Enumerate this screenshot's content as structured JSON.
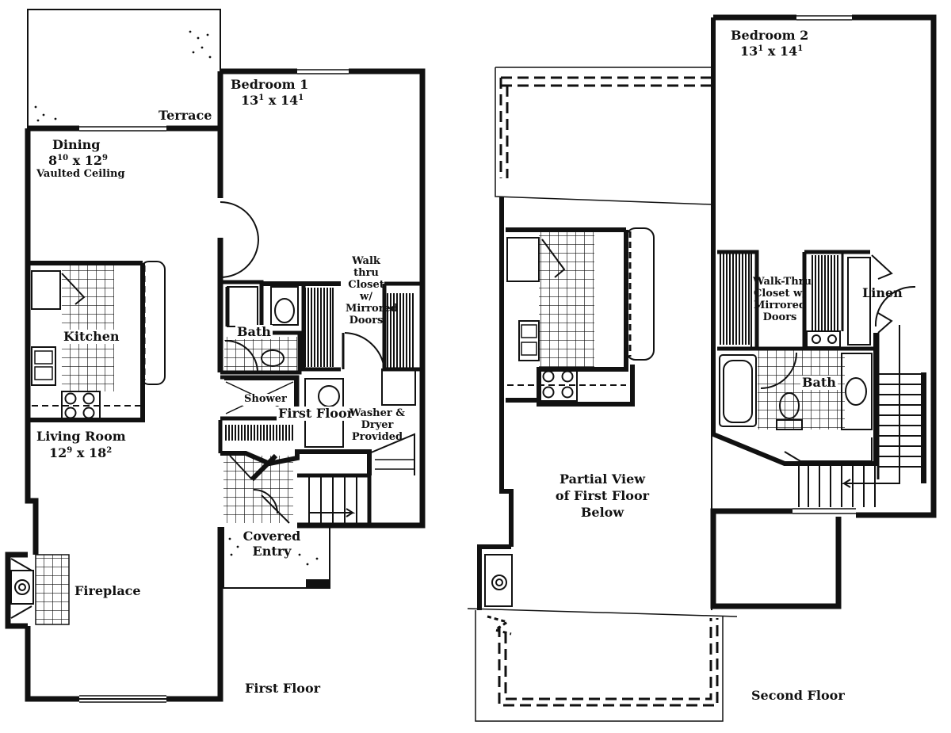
{
  "first_floor": {
    "bedroom1": {
      "name": "Bedroom 1",
      "w_ft": "13",
      "w_in": "1",
      "sep": "x",
      "l_ft": "14",
      "l_in": "1"
    },
    "terrace": "Terrace",
    "dining": {
      "name": "Dining",
      "w_ft": "8",
      "w_in": "10",
      "sep": "x",
      "l_ft": "12",
      "l_in": "9",
      "note": "Vaulted Ceiling"
    },
    "kitchen": "Kitchen",
    "bath": "Bath",
    "shower": "Shower",
    "closet_note": [
      "Walk",
      "thru",
      "Closet",
      "w/",
      "Mirrored",
      "Doors"
    ],
    "floor_marker": "First Floor",
    "laundry_note": [
      "Washer &",
      "Dryer",
      "Provided"
    ],
    "living_room": {
      "name": "Living Room",
      "w_ft": "12",
      "w_in": "9",
      "sep": "x",
      "l_ft": "18",
      "l_in": "2"
    },
    "covered_entry": [
      "Covered",
      "Entry"
    ],
    "fireplace": "Fireplace",
    "caption": "First Floor"
  },
  "second_floor": {
    "bedroom2": {
      "name": "Bedroom 2",
      "w_ft": "13",
      "w_in": "1",
      "sep": "x",
      "l_ft": "14",
      "l_in": "1"
    },
    "closet_note": [
      "Walk-Thru",
      "Closet w/",
      "Mirrored",
      "Doors"
    ],
    "linen": "Linen",
    "bath": "Bath",
    "partial_view": [
      "Partial View",
      "of First Floor",
      "Below"
    ],
    "caption": "Second Floor"
  }
}
